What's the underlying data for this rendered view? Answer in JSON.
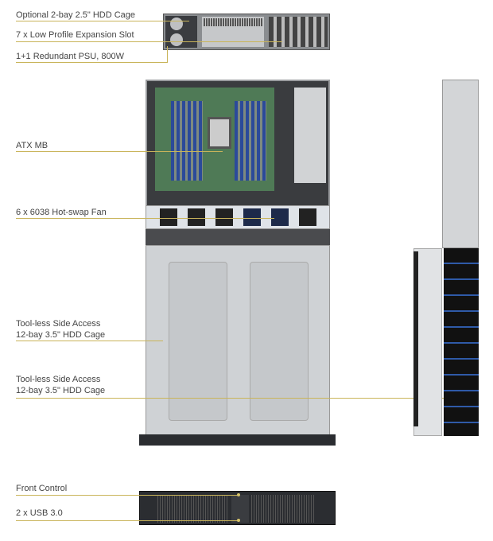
{
  "labels": {
    "hdd_cage_25": "Optional 2-bay 2.5\" HDD Cage",
    "expansion_slot": "7 x Low Profile Expansion Slot",
    "psu": "1+1 Redundant PSU, 800W",
    "atx_mb": "ATX MB",
    "fans": "6 x 6038 Hot-swap Fan",
    "side_access_1_line1": "Tool-less Side Access",
    "side_access_1_line2": "12-bay 3.5\" HDD Cage",
    "side_access_2_line1": "Tool-less Side Access",
    "side_access_2_line2": "12-bay 3.5\" HDD Cage",
    "front_control": "Front Control",
    "usb": "2 x USB 3.0"
  },
  "colors": {
    "leader_line": "#c9b45a",
    "chassis_dark": "#2b2d31",
    "chassis_light": "#d4d6d8"
  }
}
